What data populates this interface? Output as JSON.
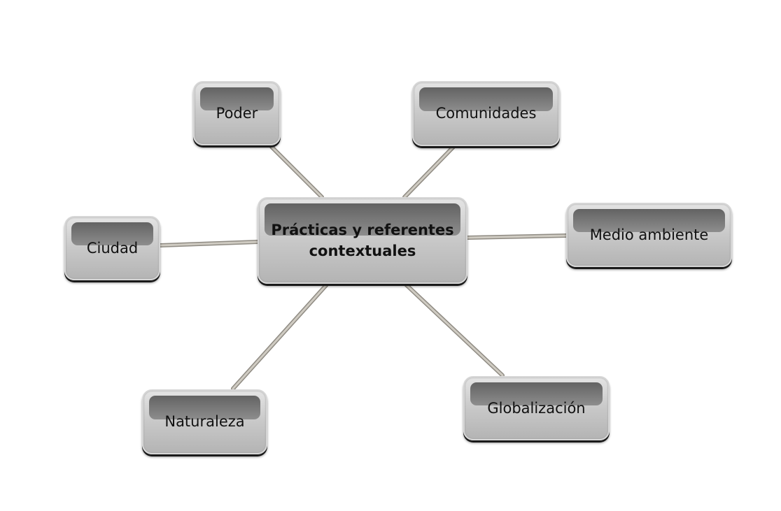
{
  "center": {
    "line1": "Prácticas y referentes",
    "line2": "contextuales"
  },
  "nodes": {
    "poder": "Poder",
    "comunidades": "Comunidades",
    "medio_ambiente": "Medio ambiente",
    "ciudad": "Ciudad",
    "naturaleza": "Naturaleza",
    "globalizacion": "Globalización"
  },
  "colors": {
    "connector": "#b3afa6",
    "node_band": "#5c5c5c"
  }
}
